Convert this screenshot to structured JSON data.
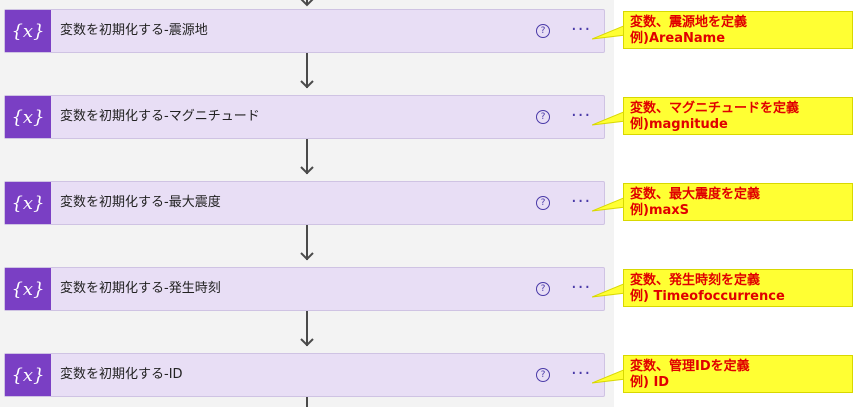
{
  "steps": [
    {
      "title": "変数を初期化する-震源地",
      "icon": "{x}",
      "help": "?",
      "more": "···",
      "note_line1": "変数、震源地を定義",
      "note_line2": "例)AreaName"
    },
    {
      "title": "変数を初期化する-マグニチュード",
      "icon": "{x}",
      "help": "?",
      "more": "···",
      "note_line1": "変数、マグニチュードを定義",
      "note_line2": "例)magnitude"
    },
    {
      "title": "変数を初期化する-最大震度",
      "icon": "{x}",
      "help": "?",
      "more": "···",
      "note_line1": "変数、最大震度を定義",
      "note_line2": "例)maxS"
    },
    {
      "title": "変数を初期化する-発生時刻",
      "icon": "{x}",
      "help": "?",
      "more": "···",
      "note_line1": "変数、発生時刻を定義",
      "note_line2": "例) Timeofoccurrence"
    },
    {
      "title": "変数を初期化する-ID",
      "icon": "{x}",
      "help": "?",
      "more": "···",
      "note_line1": "変数、管理IDを定義",
      "note_line2": "例) ID"
    }
  ],
  "colors": {
    "canvas": "#f3f3f3",
    "step_bg": "#e8def5",
    "icon_bg": "#7a3fc4",
    "accent": "#4a3aa8",
    "callout_bg": "#ffff33",
    "callout_text": "#e00000"
  }
}
